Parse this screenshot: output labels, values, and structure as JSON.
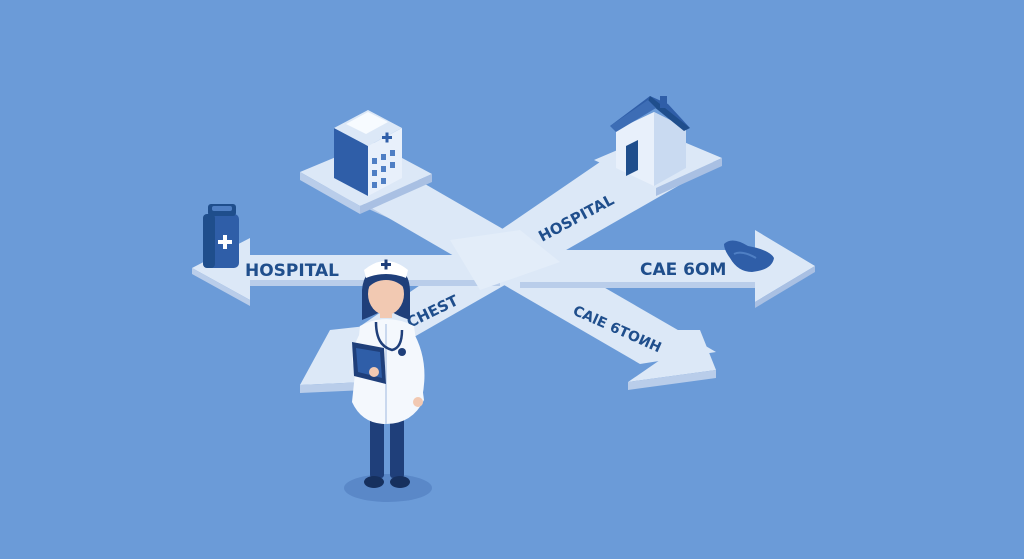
{
  "labels": {
    "left_arrow": "HOSPITAL",
    "upper_right_arrow": "HOSPITAL",
    "right_arrow": "CAE 6OM",
    "lower_right_arrow": "CAlE 6TOИH",
    "lower_left_arrow": "CHEST"
  },
  "colors": {
    "background": "#6b9bd8",
    "road_top": "#dce8f7",
    "road_side": "#b9cdea",
    "label_text": "#1f4e8c",
    "icon_dark": "#2f5ea8",
    "icon_light": "#e8f0fb"
  },
  "icons": {
    "hospital_building": "hospital-building-icon",
    "house": "house-icon",
    "medicine_bottle": "medicine-bottle-icon",
    "pill": "pill-icon",
    "nurse": "nurse-figure"
  }
}
